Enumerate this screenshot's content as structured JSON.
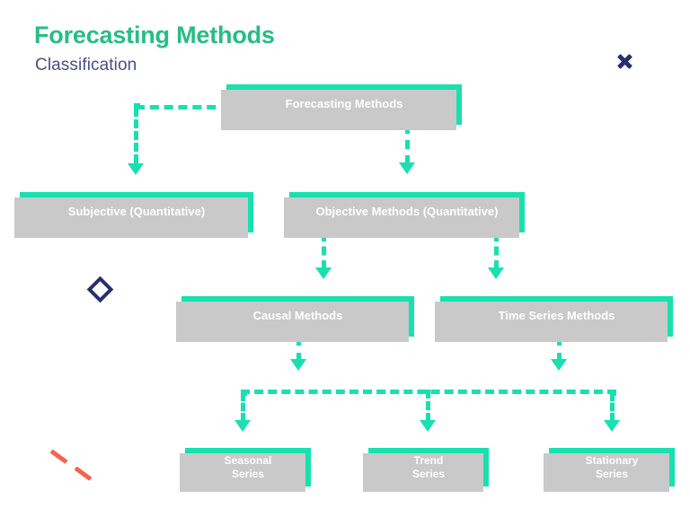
{
  "header": {
    "title": "Forecasting Methods",
    "subtitle": "Classification"
  },
  "colors": {
    "node_fill": "#18e0af",
    "node_text": "#ffffff",
    "node_shadow": "#c9c9c9",
    "title_green": "#26bd86",
    "subtitle_navy": "#4a4e87",
    "decoration_navy": "#27306e",
    "decoration_red": "#f9614f",
    "background": "#ffffff"
  },
  "diagram": {
    "nodes": [
      {
        "id": "forecasting-methods",
        "label": "Forecasting Methods"
      },
      {
        "id": "subjective",
        "label": "Subjective (Quantitative)"
      },
      {
        "id": "objective-methods",
        "label": "Objective Methods (Quantitative)"
      },
      {
        "id": "causal-methods",
        "label": "Causal Methods"
      },
      {
        "id": "time-series-methods",
        "label": "Time Series Methods"
      },
      {
        "id": "seasonal-series",
        "label": "Seasonal\nSeries"
      },
      {
        "id": "trend-series",
        "label": "Trend\nSeries"
      },
      {
        "id": "stationary-series",
        "label": "Stationary\nSeries"
      }
    ],
    "edges": [
      {
        "from": "forecasting-methods",
        "to": "subjective",
        "style": "dashed-elbow"
      },
      {
        "from": "forecasting-methods",
        "to": "objective-methods",
        "style": "dashed-straight"
      },
      {
        "from": "objective-methods",
        "to": "causal-methods",
        "style": "dashed-straight"
      },
      {
        "from": "objective-methods",
        "to": "time-series-methods",
        "style": "dashed-straight"
      },
      {
        "from": "causal-methods",
        "to": "bus",
        "style": "dashed-straight"
      },
      {
        "from": "time-series-methods",
        "to": "bus",
        "style": "dashed-straight"
      },
      {
        "from": "bus",
        "to": "seasonal-series",
        "style": "dashed-elbow"
      },
      {
        "from": "bus",
        "to": "trend-series",
        "style": "dashed-straight"
      },
      {
        "from": "bus",
        "to": "stationary-series",
        "style": "dashed-elbow"
      }
    ]
  },
  "decorations": [
    {
      "id": "x-mark",
      "shape": "cross-icon",
      "color": "#27306e"
    },
    {
      "id": "diamond-mark",
      "shape": "diamond-icon",
      "color": "#27306e"
    },
    {
      "id": "slash-mark",
      "shape": "dashed-line-icon",
      "color": "#f9614f"
    }
  ]
}
